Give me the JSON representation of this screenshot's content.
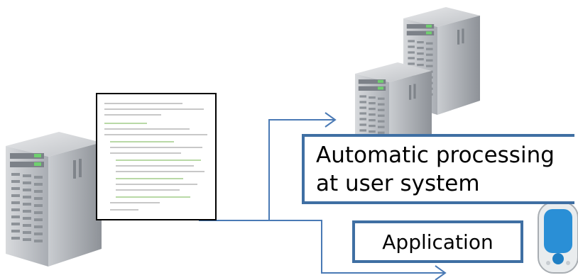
{
  "diagram": {
    "captions": {
      "automatic_processing_line1": "Automatic processing",
      "automatic_processing_line2": "at user system",
      "application": "Application"
    },
    "icons": [
      "server-tower-icon",
      "document-icon",
      "arrow-icon",
      "mobile-device-icon"
    ],
    "colors": {
      "arrow": "#4a7ab5",
      "caption_border": "#3f6fa3",
      "server_body": "#b8bcc2",
      "status_led": "#6fd06f",
      "device_screen": "#2a8fd6"
    }
  }
}
